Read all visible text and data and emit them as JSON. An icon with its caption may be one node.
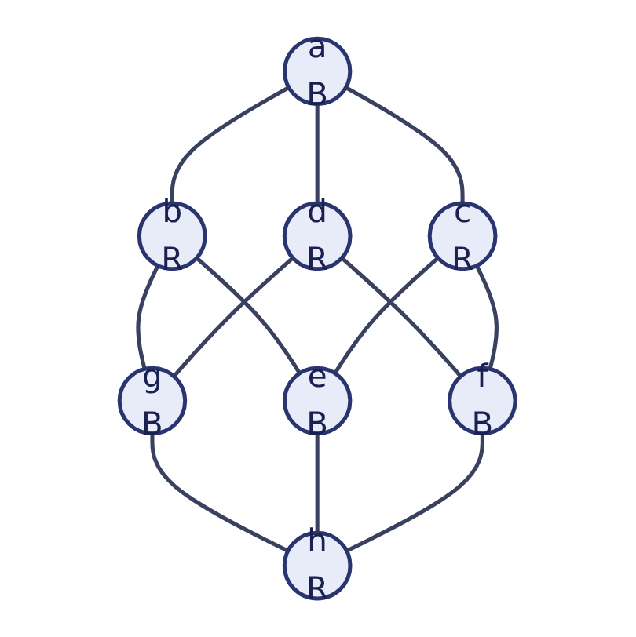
{
  "diagram": {
    "nodes": [
      {
        "text": [
          "a",
          "B"
        ]
      },
      {
        "text": [
          "b",
          "R"
        ]
      },
      {
        "text": [
          "d",
          "R"
        ]
      },
      {
        "text": [
          "c",
          "R"
        ]
      },
      {
        "text": [
          "g",
          "B"
        ]
      },
      {
        "text": [
          "e",
          "B"
        ]
      },
      {
        "text": [
          "f",
          "B"
        ]
      },
      {
        "text": [
          "h",
          "R"
        ]
      }
    ],
    "edges": [
      {
        "from": 0,
        "to": 1,
        "arrow": "none"
      },
      {
        "from": 0,
        "to": 2,
        "arrow": "none"
      },
      {
        "from": 0,
        "to": 3,
        "arrow": "none"
      },
      {
        "from": 1,
        "to": 4,
        "arrow": "none"
      },
      {
        "from": 1,
        "to": 5,
        "arrow": "none"
      },
      {
        "from": 2,
        "to": 4,
        "arrow": "none"
      },
      {
        "from": 2,
        "to": 6,
        "arrow": "none"
      },
      {
        "from": 3,
        "to": 5,
        "arrow": "none"
      },
      {
        "from": 3,
        "to": 6,
        "arrow": "none"
      },
      {
        "from": 4,
        "to": 7,
        "arrow": "none"
      },
      {
        "from": 5,
        "to": 7,
        "arrow": "none"
      },
      {
        "from": 6,
        "to": 7,
        "arrow": "none"
      }
    ]
  }
}
